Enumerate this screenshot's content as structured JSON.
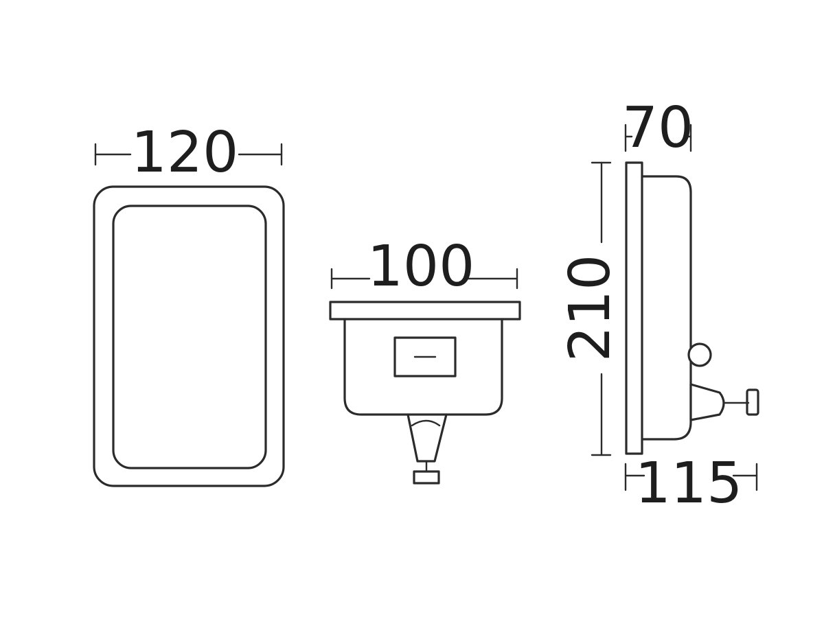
{
  "dimensions": {
    "front_width": "120",
    "top_width": "100",
    "side_height": "210",
    "side_depth": "70",
    "side_total_depth": "115"
  },
  "colors": {
    "line": "#2b2b2b",
    "text": "#1e1e1e",
    "background": "#ffffff"
  }
}
